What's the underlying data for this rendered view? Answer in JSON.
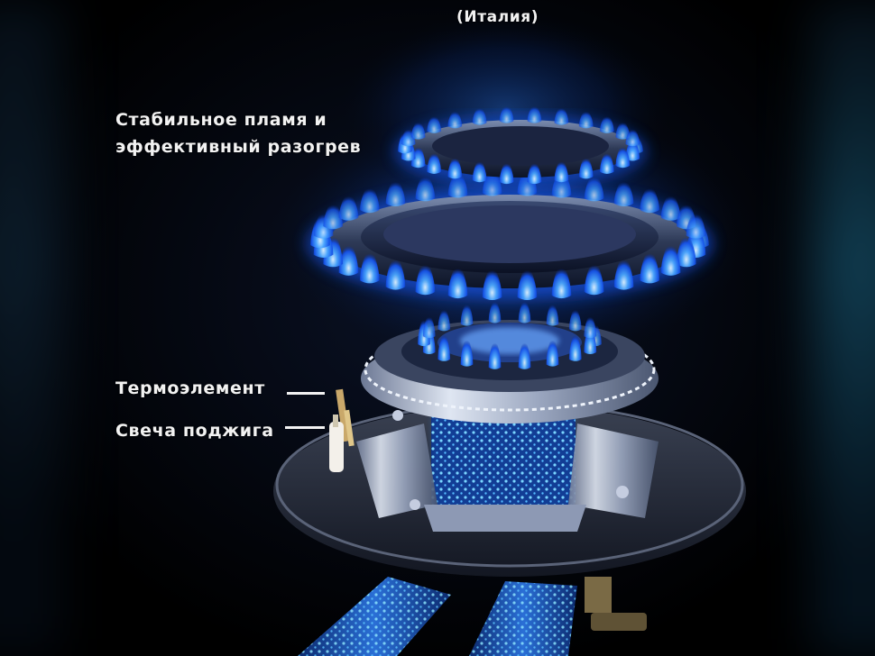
{
  "captions": {
    "country": "(Италия)",
    "flame_line1": "Стабильное пламя и",
    "flame_line2": "эффективный разогрев",
    "thermocouple": "Термоэлемент",
    "igniter": "Свеча поджига"
  },
  "colors": {
    "flame_core": "#bfe6ff",
    "flame_blue": "#1f7bff",
    "flame_deep": "#0a3cc8",
    "metal": "#b8c3d6",
    "cap_dark": "#1b2130"
  }
}
